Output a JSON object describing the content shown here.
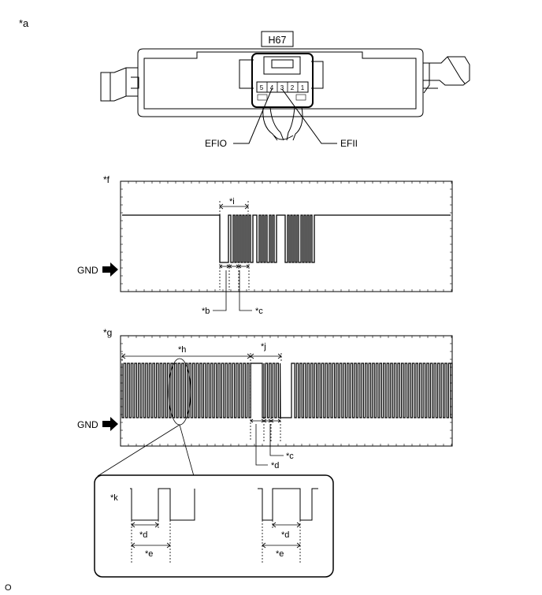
{
  "labels": {
    "a": "*a",
    "connector": "H67",
    "efio": "EFIO",
    "efii": "EFII",
    "f": "*f",
    "g": "*g",
    "gnd_f": "GND",
    "gnd_g": "GND",
    "i": "*i",
    "b": "*b",
    "c_f": "*c",
    "h": "*h",
    "j": "*j",
    "d_g": "*d",
    "c_g": "*c",
    "k": "*k",
    "d_left": "*d",
    "e_left": "*e",
    "d_right": "*d",
    "e_right": "*e",
    "footer": "O"
  },
  "pins": [
    "5",
    "4",
    "3",
    "2",
    "1"
  ],
  "colors": {
    "line": "#000000",
    "grid": "#bbbbbb",
    "background": "#ffffff"
  }
}
